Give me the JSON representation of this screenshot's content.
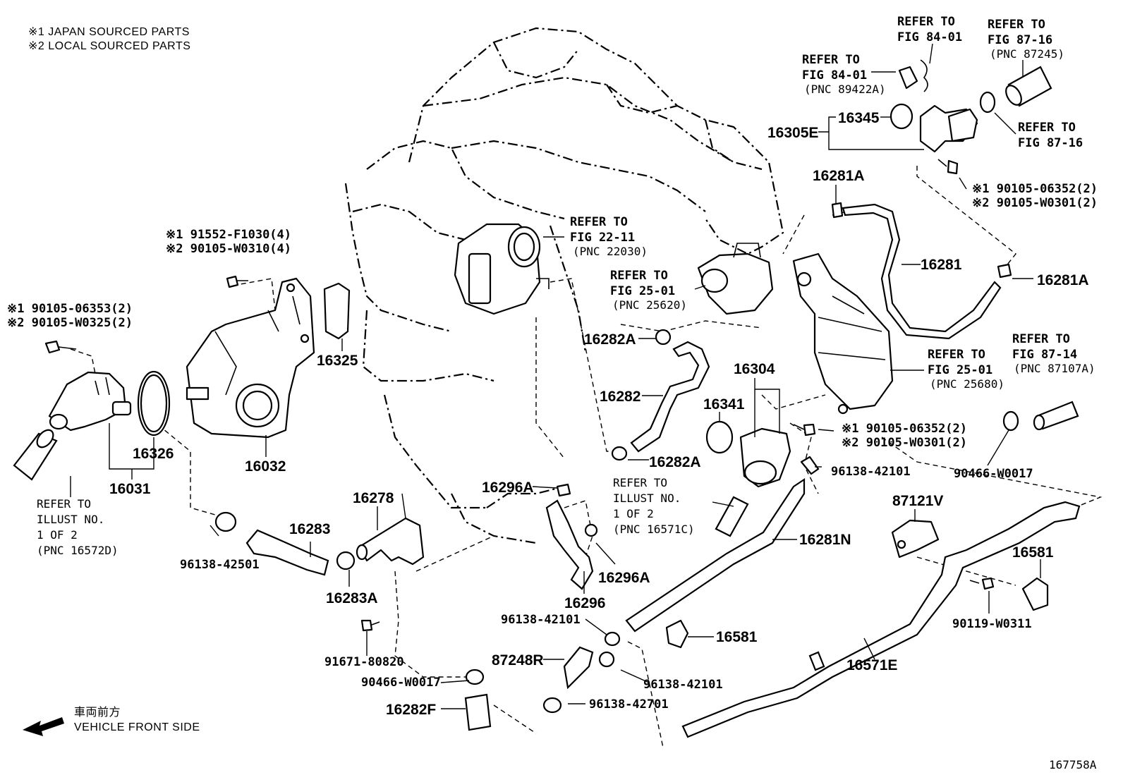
{
  "legend": {
    "japan": "※1  JAPAN SOURCED PARTS",
    "local": "※2  LOCAL SOURCED PARTS"
  },
  "front": {
    "jp": "車両前方",
    "en": "VEHICLE FRONT SIDE"
  },
  "figure_id": "167758A",
  "callouts": {
    "c_16031": "16031",
    "c_16326": "16326",
    "c_16032": "16032",
    "c_16325": "16325",
    "c_16283": "16283",
    "c_16283A": "16283A",
    "c_16278": "16278",
    "c_16296A_top": "16296A",
    "c_16296A_bot": "16296A",
    "c_16296": "16296",
    "c_16282A_top": "16282A",
    "c_16282": "16282",
    "c_16282A_bot": "16282A",
    "c_16282F": "16282F",
    "c_87248R": "87248R",
    "c_16304": "16304",
    "c_16341": "16341",
    "c_16281N": "16281N",
    "c_16581_mid": "16581",
    "c_16581_right": "16581",
    "c_16571E": "16571E",
    "c_87121V": "87121V",
    "c_16281A_top": "16281A",
    "c_16281A_right": "16281A",
    "c_16281": "16281",
    "c_16305E": "16305E",
    "c_16345": "16345"
  },
  "small_labels": {
    "s_96138_42501": "96138-42501",
    "s_91671_80820": "91671-80820",
    "s_90466_W0017_left": "90466-W0017",
    "s_96138_42101_a": "96138-42101",
    "s_96138_42101_b": "96138-42101",
    "s_96138_42101_c": "96138-42101",
    "s_96138_42701": "96138-42701",
    "s_90119_W0311": "90119-W0311",
    "s_90466_W0017_right": "90466-W0017",
    "bolt_a1": "※1 90105-06353(2)",
    "bolt_a2": "※2 90105-W0325(2)",
    "bolt_b1": "※1 91552-F1030(4)",
    "bolt_b2": "※2 90105-W0310(4)",
    "bolt_c1": "※1 90105-06352(2)",
    "bolt_c2": "※2 90105-W0301(2)",
    "bolt_d1": "※1 90105-06352(2)",
    "bolt_d2": "※2 90105-W0301(2)"
  },
  "references": {
    "r_illust_left": [
      "REFER TO",
      "ILLUST NO.",
      "1 OF 2",
      "(PNC 16572D)"
    ],
    "r_illust_mid": [
      "REFER TO",
      "ILLUST NO.",
      "1 OF 2",
      "(PNC 16571C)"
    ],
    "r_fig2211": [
      "REFER TO",
      "FIG 22-11",
      "(PNC 22030)"
    ],
    "r_fig2501_a": [
      "REFER TO",
      "FIG 25-01",
      "(PNC 25620)"
    ],
    "r_fig2501_b": [
      "REFER TO",
      "FIG 25-01",
      "(PNC 25680)"
    ],
    "r_fig8714": [
      "REFER TO",
      "FIG 87-14",
      "(PNC 87107A)"
    ],
    "r_fig8401_a": [
      "REFER TO",
      "FIG 84-01",
      "(PNC 89422A)"
    ],
    "r_fig8401_b": [
      "REFER TO",
      "FIG 84-01"
    ],
    "r_fig8716_a": [
      "REFER TO",
      "FIG 87-16",
      "(PNC 87245)"
    ],
    "r_fig8716_b": [
      "REFER TO",
      "FIG 87-16"
    ]
  }
}
